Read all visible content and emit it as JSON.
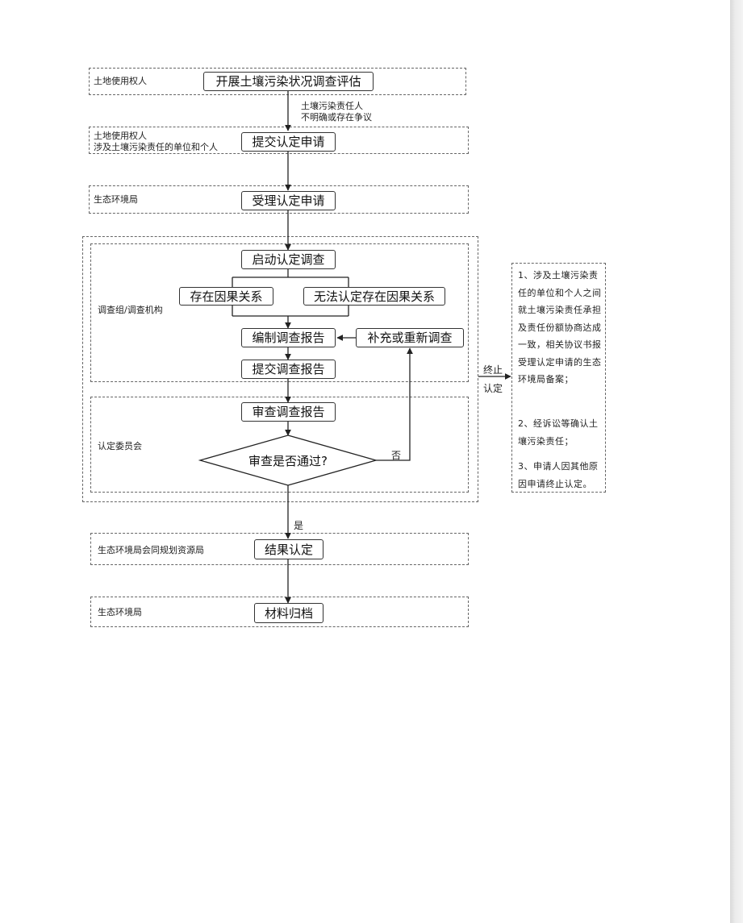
{
  "lanes": {
    "landowner": "土地使用权人",
    "applicant_line1": "土地使用权人",
    "applicant_line2": "涉及土壤污染责任的单位和个人",
    "bureau_accept": "生态环境局",
    "investigation_group": "调查组/调查机构",
    "committee": "认定委员会",
    "bureau_joint": "生态环境局会同规划资源局",
    "bureau_archive": "生态环境局"
  },
  "steps": {
    "survey": "开展土壤污染状况调查评估",
    "submit_application": "提交认定申请",
    "accept_application": "受理认定申请",
    "start_investigation": "启动认定调查",
    "causal_exists": "存在因果关系",
    "causal_unknown": "无法认定存在因果关系",
    "compile_report": "编制调查报告",
    "supplement": "补充或重新调查",
    "submit_report": "提交调查报告",
    "review_report": "审查调查报告",
    "decision": "审查是否通过?",
    "result": "结果认定",
    "archive": "材料归档"
  },
  "labels": {
    "unclear_line1": "土壤污染责任人",
    "unclear_line2": "不明确或存在争议",
    "no": "否",
    "yes": "是",
    "terminate_line1": "终止",
    "terminate_line2": "认定"
  },
  "side_note": {
    "item1": "1、涉及土壤污染责任的单位和个人之间就土壤污染责任承担及责任份额协商达成一致，相关协议书报受理认定申请的生态环境局备案；",
    "item2": "2、经诉讼等确认土壤污染责任；",
    "item3": "3、申请人因其他原因申请终止认定。"
  }
}
